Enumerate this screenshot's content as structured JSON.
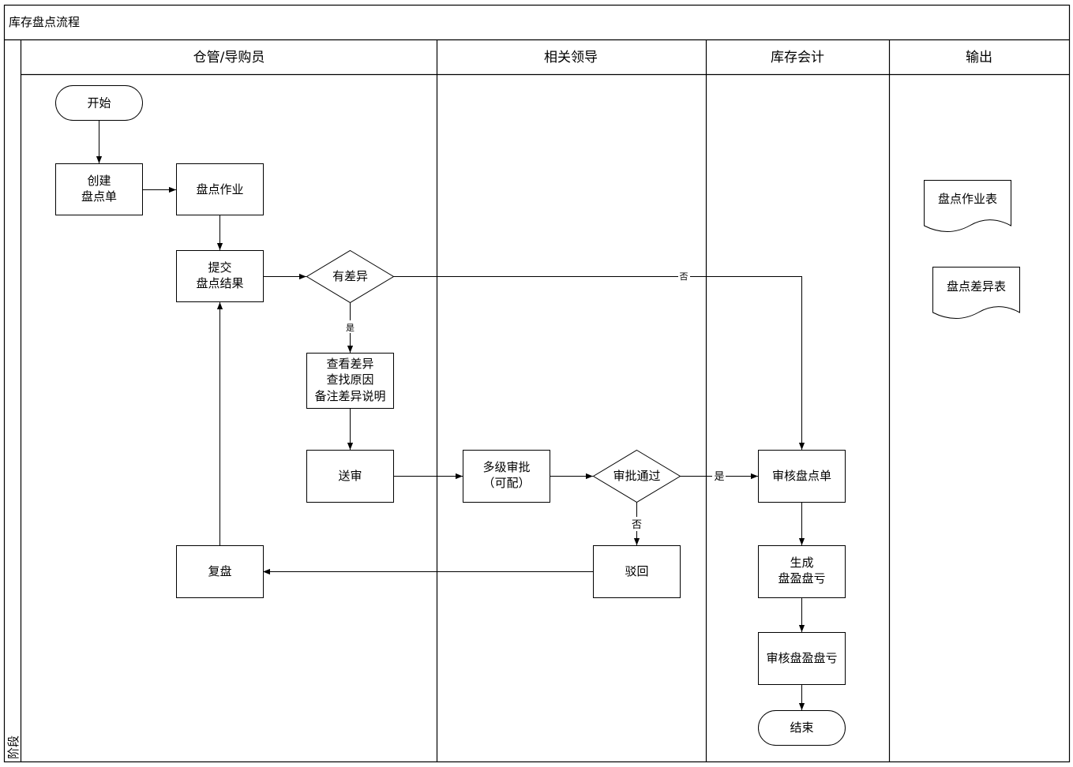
{
  "diagram": {
    "title": "库存盘点流程",
    "stage_label": "阶段",
    "lanes": [
      {
        "id": "warehouse",
        "label": "仓管/导购员"
      },
      {
        "id": "leader",
        "label": "相关领导"
      },
      {
        "id": "accountant",
        "label": "库存会计"
      },
      {
        "id": "output",
        "label": "输出"
      }
    ],
    "nodes": {
      "start": {
        "type": "terminator",
        "lines": [
          "开始"
        ]
      },
      "create_sheet": {
        "type": "process",
        "lines": [
          "创建",
          "盘点单"
        ]
      },
      "count_work": {
        "type": "process",
        "lines": [
          "盘点作业"
        ]
      },
      "submit_result": {
        "type": "process",
        "lines": [
          "提交",
          "盘点结果"
        ]
      },
      "has_diff": {
        "type": "decision",
        "lines": [
          "有差异"
        ]
      },
      "check_diff": {
        "type": "process",
        "lines": [
          "查看差异",
          "查找原因",
          "备注差异说明"
        ]
      },
      "send_review": {
        "type": "process",
        "lines": [
          "送审"
        ]
      },
      "multi_approve": {
        "type": "process",
        "lines": [
          "多级审批",
          "（可配）"
        ]
      },
      "approved": {
        "type": "decision",
        "lines": [
          "审批通过"
        ]
      },
      "reject": {
        "type": "process",
        "lines": [
          "驳回"
        ]
      },
      "recount": {
        "type": "process",
        "lines": [
          "复盘"
        ]
      },
      "audit_sheet": {
        "type": "process",
        "lines": [
          "审核盘点单"
        ]
      },
      "gen_pl": {
        "type": "process",
        "lines": [
          "生成",
          "盘盈盘亏"
        ]
      },
      "audit_pl": {
        "type": "process",
        "lines": [
          "审核盘盈盘亏"
        ]
      },
      "end": {
        "type": "terminator",
        "lines": [
          "结束"
        ]
      },
      "doc_count_sheet": {
        "type": "document",
        "lines": [
          "盘点作业表"
        ]
      },
      "doc_diff_sheet": {
        "type": "document",
        "lines": [
          "盘点差异表"
        ]
      }
    },
    "edges": {
      "has_diff_yes": "是",
      "has_diff_no": "否",
      "approved_yes": "是",
      "approved_no": "否"
    }
  }
}
